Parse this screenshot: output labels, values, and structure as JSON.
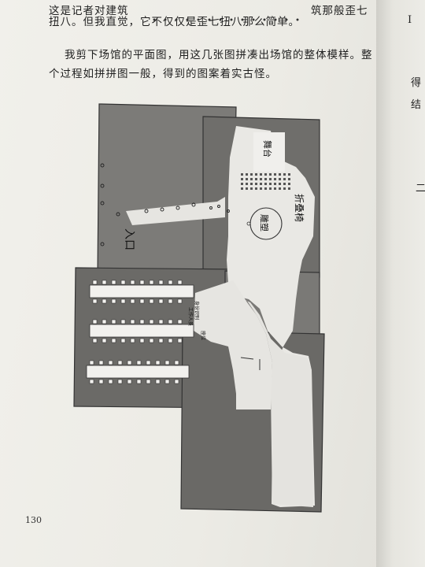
{
  "text": {
    "line1": "这是记者对建筑",
    "line1_end": "筑那般歪七",
    "line1_emph": "它不仅仅是歪七扭八那么简单。",
    "line2": "扭八。但我直觉，它不仅仅是歪七扭八那么简单。",
    "line3": "我剪下场馆的平面图，用这几张图拼凑出场馆的整体模样。整",
    "line4": "个过程如拼拼图一般，得到的图案着实古怪。",
    "page_number": "130"
  },
  "right_page": {
    "frag1": "I",
    "frag2": "得",
    "frag3": "结",
    "frag4": "二"
  },
  "plan": {
    "stage": "舞台",
    "folding_chairs": "折叠椅",
    "sculpture": "雕塑",
    "entrance": "入口",
    "staff": "工作人员",
    "seats_label": "座位",
    "note": "身份识别"
  },
  "colors": {
    "paper": "#eeede8",
    "ink": "#1f1f1f",
    "plan_gray": "#7a7976",
    "plan_light": "#e9e8e4"
  }
}
